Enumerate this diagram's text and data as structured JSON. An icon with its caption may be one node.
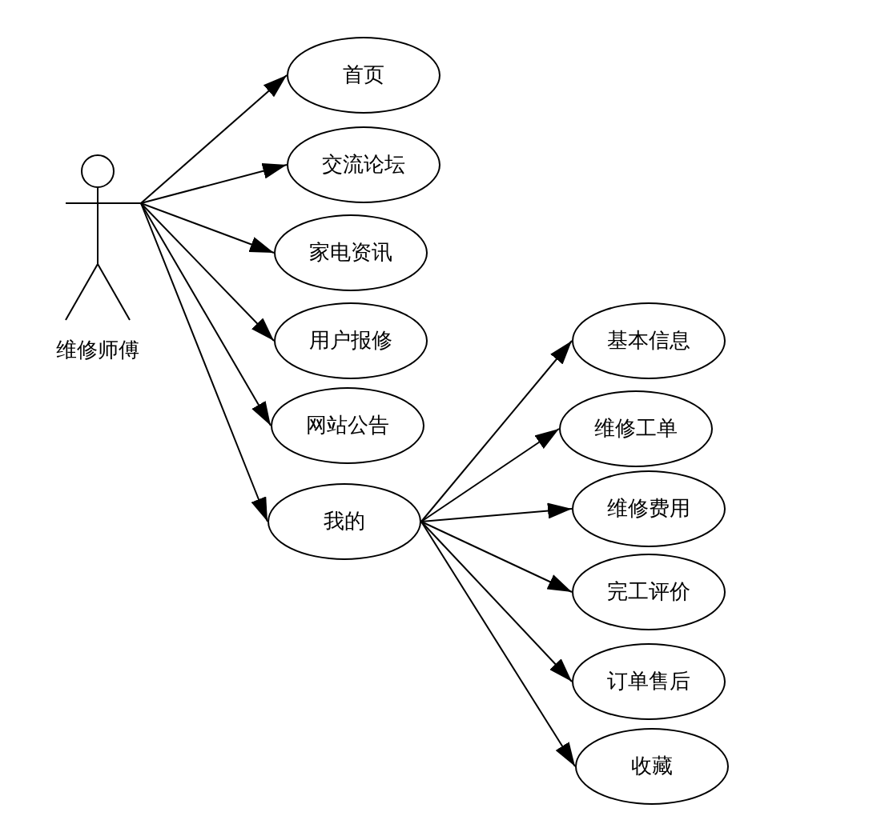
{
  "diagram": {
    "nodes": [
      {
        "text": [
          "维修师傅"
        ]
      },
      {
        "text": [
          "首页"
        ]
      },
      {
        "text": [
          "交流论坛"
        ]
      },
      {
        "text": [
          "家电资讯"
        ]
      },
      {
        "text": [
          "用户报修"
        ]
      },
      {
        "text": [
          "网站公告"
        ]
      },
      {
        "text": [
          "我的"
        ]
      },
      {
        "text": [
          "基本信息"
        ]
      },
      {
        "text": [
          "维修工单"
        ]
      },
      {
        "text": [
          "维修费用"
        ]
      },
      {
        "text": [
          "完工评价"
        ]
      },
      {
        "text": [
          "订单售后"
        ]
      },
      {
        "text": [
          "收藏"
        ]
      }
    ],
    "edges": [
      {
        "from": 0,
        "to": 1,
        "arrow": "to"
      },
      {
        "from": 0,
        "to": 2,
        "arrow": "to"
      },
      {
        "from": 0,
        "to": 3,
        "arrow": "to"
      },
      {
        "from": 0,
        "to": 4,
        "arrow": "to"
      },
      {
        "from": 0,
        "to": 5,
        "arrow": "to"
      },
      {
        "from": 0,
        "to": 6,
        "arrow": "to"
      },
      {
        "from": 6,
        "to": 7,
        "arrow": "to"
      },
      {
        "from": 6,
        "to": 8,
        "arrow": "to"
      },
      {
        "from": 6,
        "to": 9,
        "arrow": "to"
      },
      {
        "from": 6,
        "to": 10,
        "arrow": "to"
      },
      {
        "from": 6,
        "to": 11,
        "arrow": "to"
      },
      {
        "from": 6,
        "to": 12,
        "arrow": "to"
      }
    ]
  }
}
